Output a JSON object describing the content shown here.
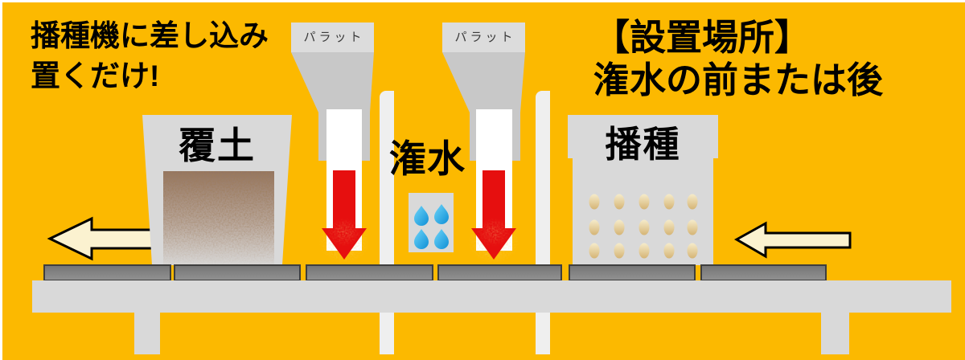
{
  "notes": {
    "insert": {
      "line1": "播種機に差し込み",
      "line2": "置くだけ!"
    },
    "placement": {
      "line1": "【設置場所】",
      "line2": "潅水の前または後"
    }
  },
  "labels": {
    "parat_left": "パラット",
    "parat_right": "パラット",
    "soil_hopper": "覆土",
    "seed_hopper": "播種",
    "watering": "潅水"
  },
  "colors": {
    "background": "#FCB900",
    "machine_gray": "#D9D9D9",
    "funnel_gray": "#C8C8C8",
    "tray_gray": "#7E7E7E",
    "table_gray": "#D9D9D9",
    "pipe_white": "#EFEFEF",
    "arrow_red": "#E60F0F",
    "arrow_cream": "#FBF2D0",
    "water_blue": "#1B9FDE",
    "soil_brown": "#7A4A2B",
    "seed_tan": "#E3CA92"
  }
}
